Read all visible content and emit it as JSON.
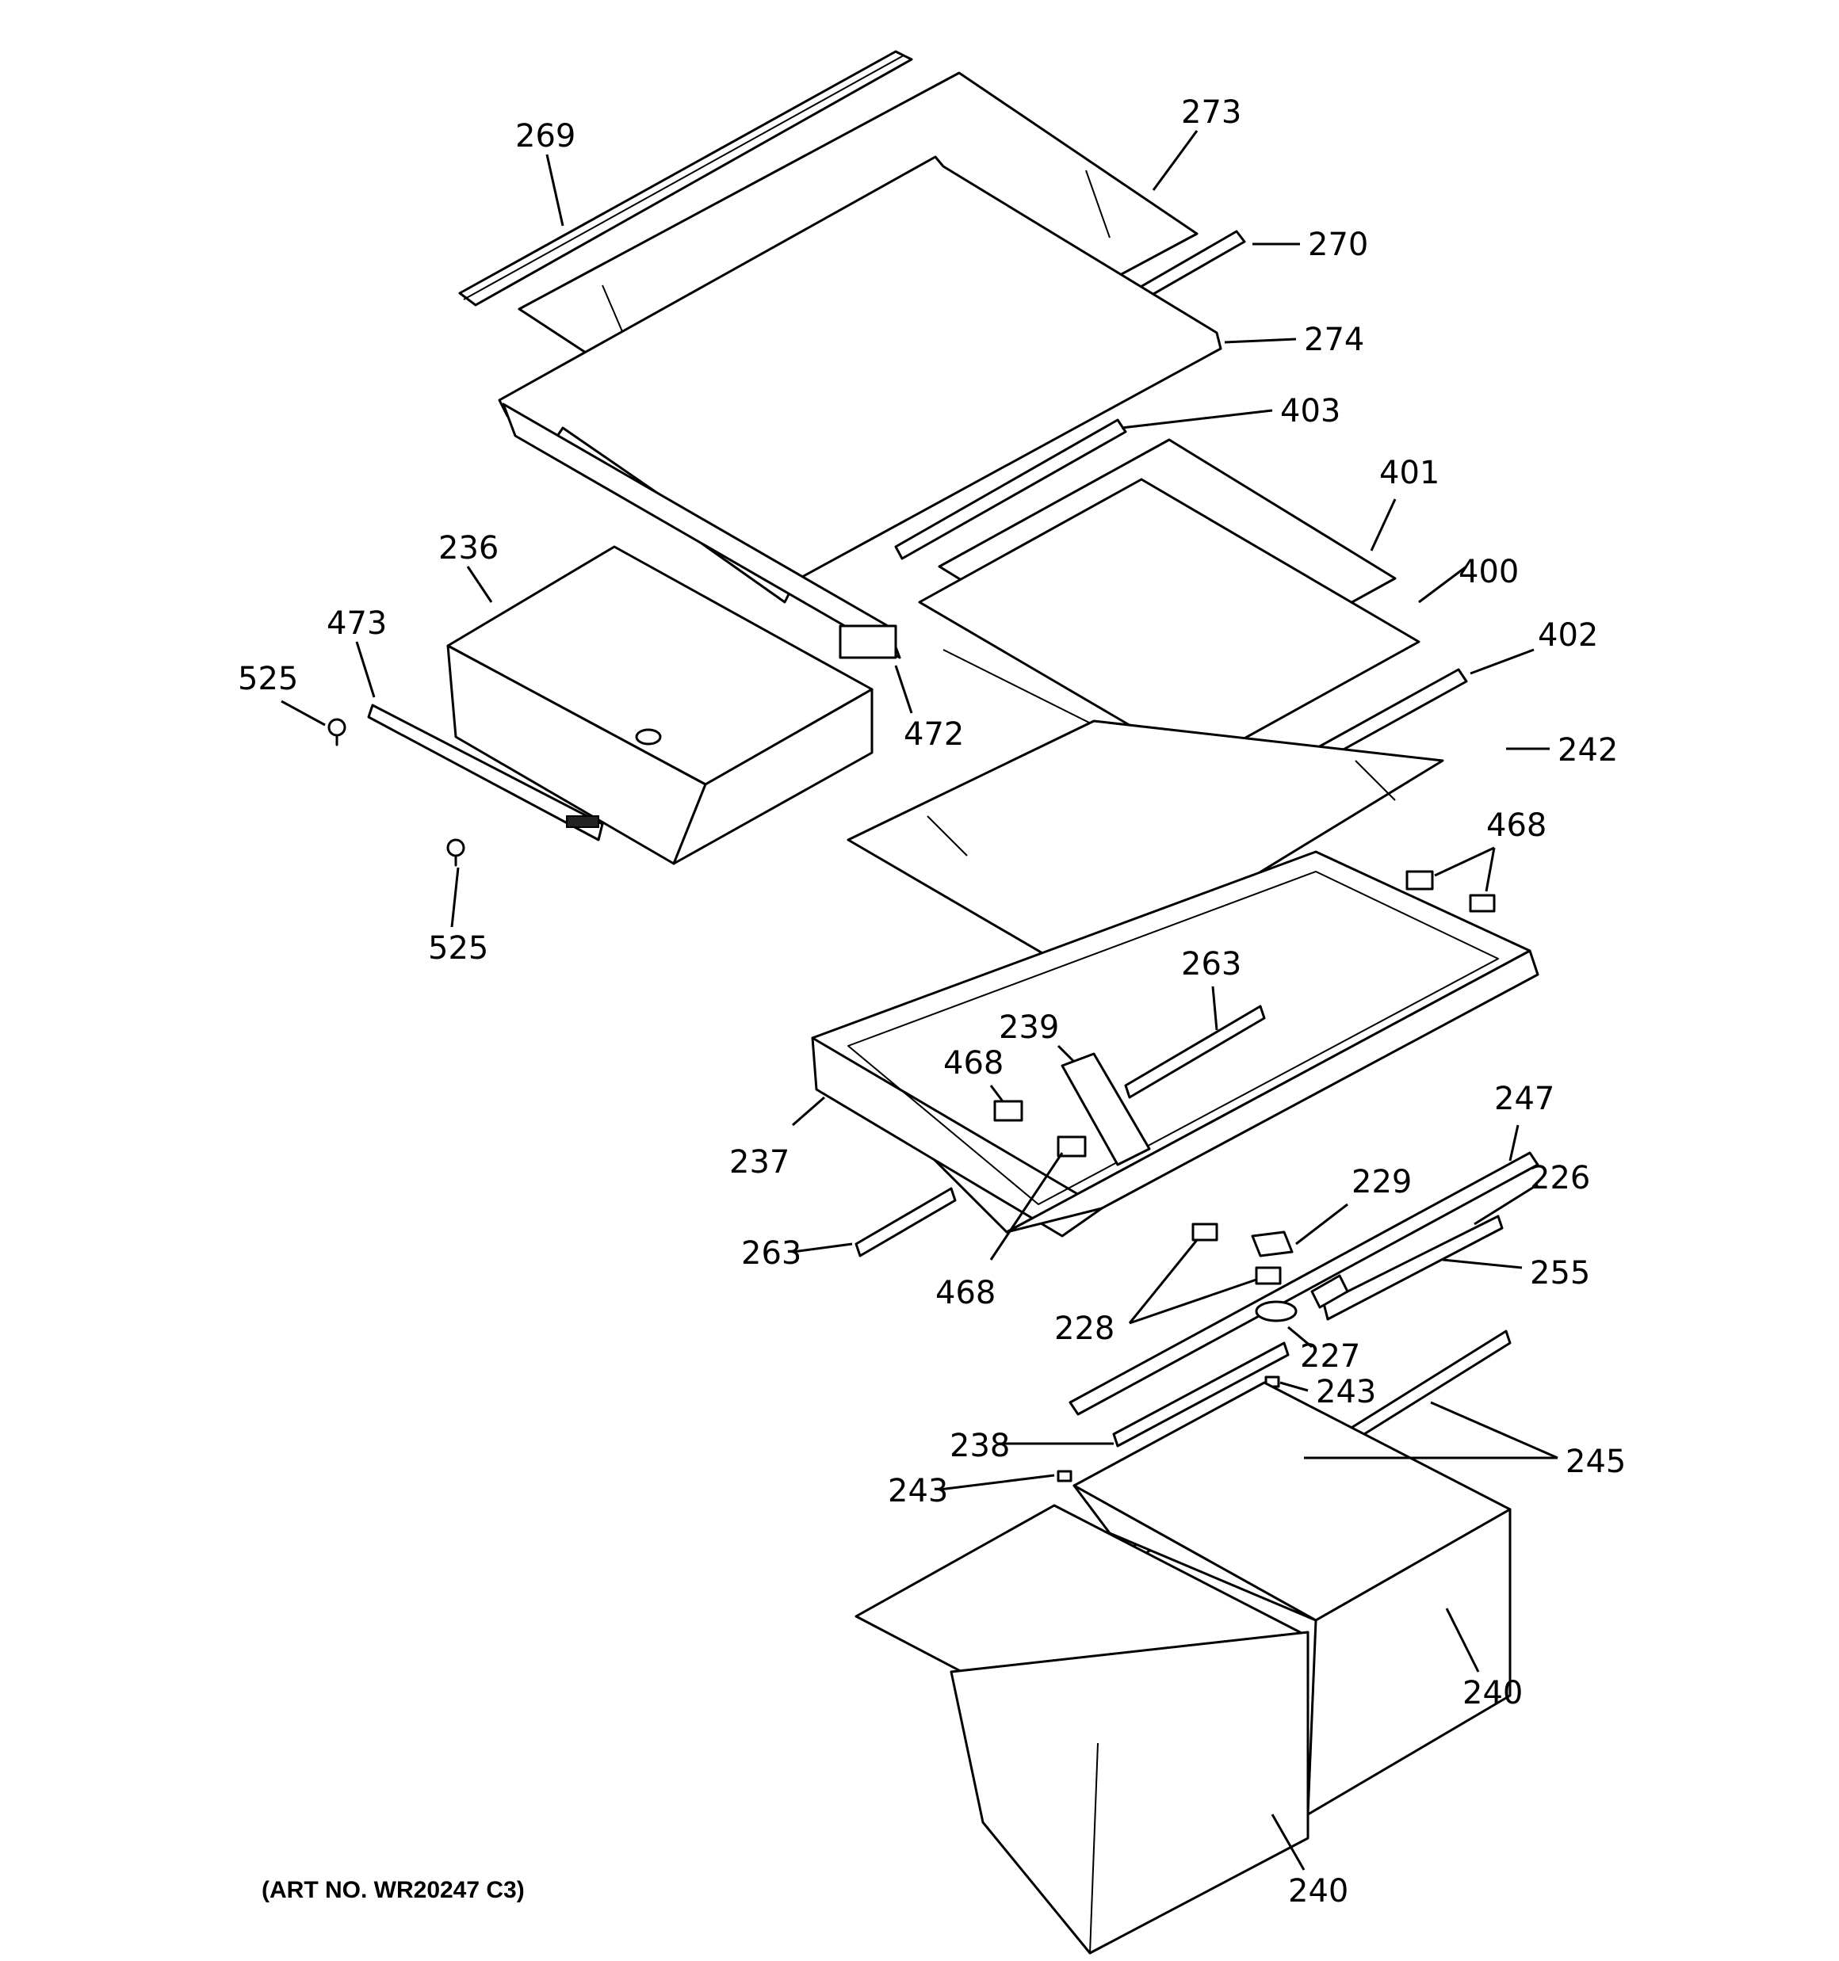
{
  "labels": {
    "p269": "269",
    "p273": "273",
    "p270": "270",
    "p274": "274",
    "p403": "403",
    "p401": "401",
    "p400": "400",
    "p402": "402",
    "p242": "242",
    "p236": "236",
    "p473": "473",
    "p525a": "525",
    "p525b": "525",
    "p472": "472",
    "p468a": "468",
    "p468b": "468",
    "p468c": "468",
    "p263a": "263",
    "p263b": "263",
    "p239": "239",
    "p237": "237",
    "p247": "247",
    "p229": "229",
    "p226": "226",
    "p255": "255",
    "p228": "228",
    "p227": "227",
    "p243a": "243",
    "p243b": "243",
    "p238": "238",
    "p245": "245",
    "p240a": "240",
    "p240b": "240"
  },
  "art_number": "(ART NO. WR20247 C3)"
}
